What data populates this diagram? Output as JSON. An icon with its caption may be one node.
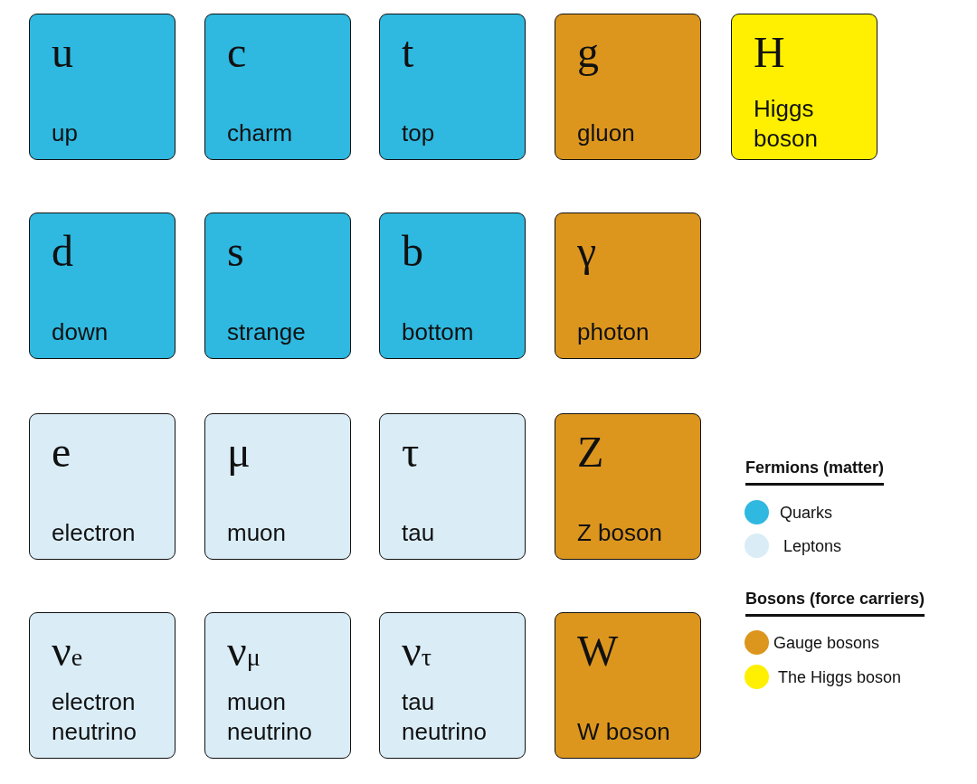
{
  "diagram": {
    "nodes": [
      {
        "text": [
          "u",
          "up"
        ]
      },
      {
        "text": [
          "c",
          "charm"
        ]
      },
      {
        "text": [
          "t",
          "top"
        ]
      },
      {
        "text": [
          "g",
          "gluon"
        ]
      },
      {
        "text": [
          "H",
          "Higgs boson"
        ]
      },
      {
        "text": [
          "d",
          "down"
        ]
      },
      {
        "text": [
          "s",
          "strange"
        ]
      },
      {
        "text": [
          "b",
          "bottom"
        ]
      },
      {
        "text": [
          "γ",
          "photon"
        ]
      },
      {
        "text": [
          "e",
          "electron"
        ]
      },
      {
        "text": [
          "μ",
          "muon"
        ]
      },
      {
        "text": [
          "τ",
          "tau"
        ]
      },
      {
        "text": [
          "Z",
          "Z boson"
        ]
      },
      {
        "text": [
          "ν$_{e}$",
          "electron neutrino"
        ]
      },
      {
        "text": [
          "ν$_{μ}$",
          "muon neutrino"
        ]
      },
      {
        "text": [
          "ν$_{τ}$",
          "tau neutrino"
        ]
      },
      {
        "text": [
          "W",
          "W boson"
        ]
      }
    ],
    "labels": [
      "Fermions (matter)",
      "Bosons (force carriers)"
    ],
    "legend": [
      {
        "text": "Quarks",
        "color": "#2fb8e0"
      },
      {
        "text": "Leptons",
        "color": "#daedf7"
      },
      {
        "text": "Gauge bosons",
        "color": "#dc961e"
      },
      {
        "text": "The Higgs boson",
        "color": "#fef000"
      }
    ]
  }
}
